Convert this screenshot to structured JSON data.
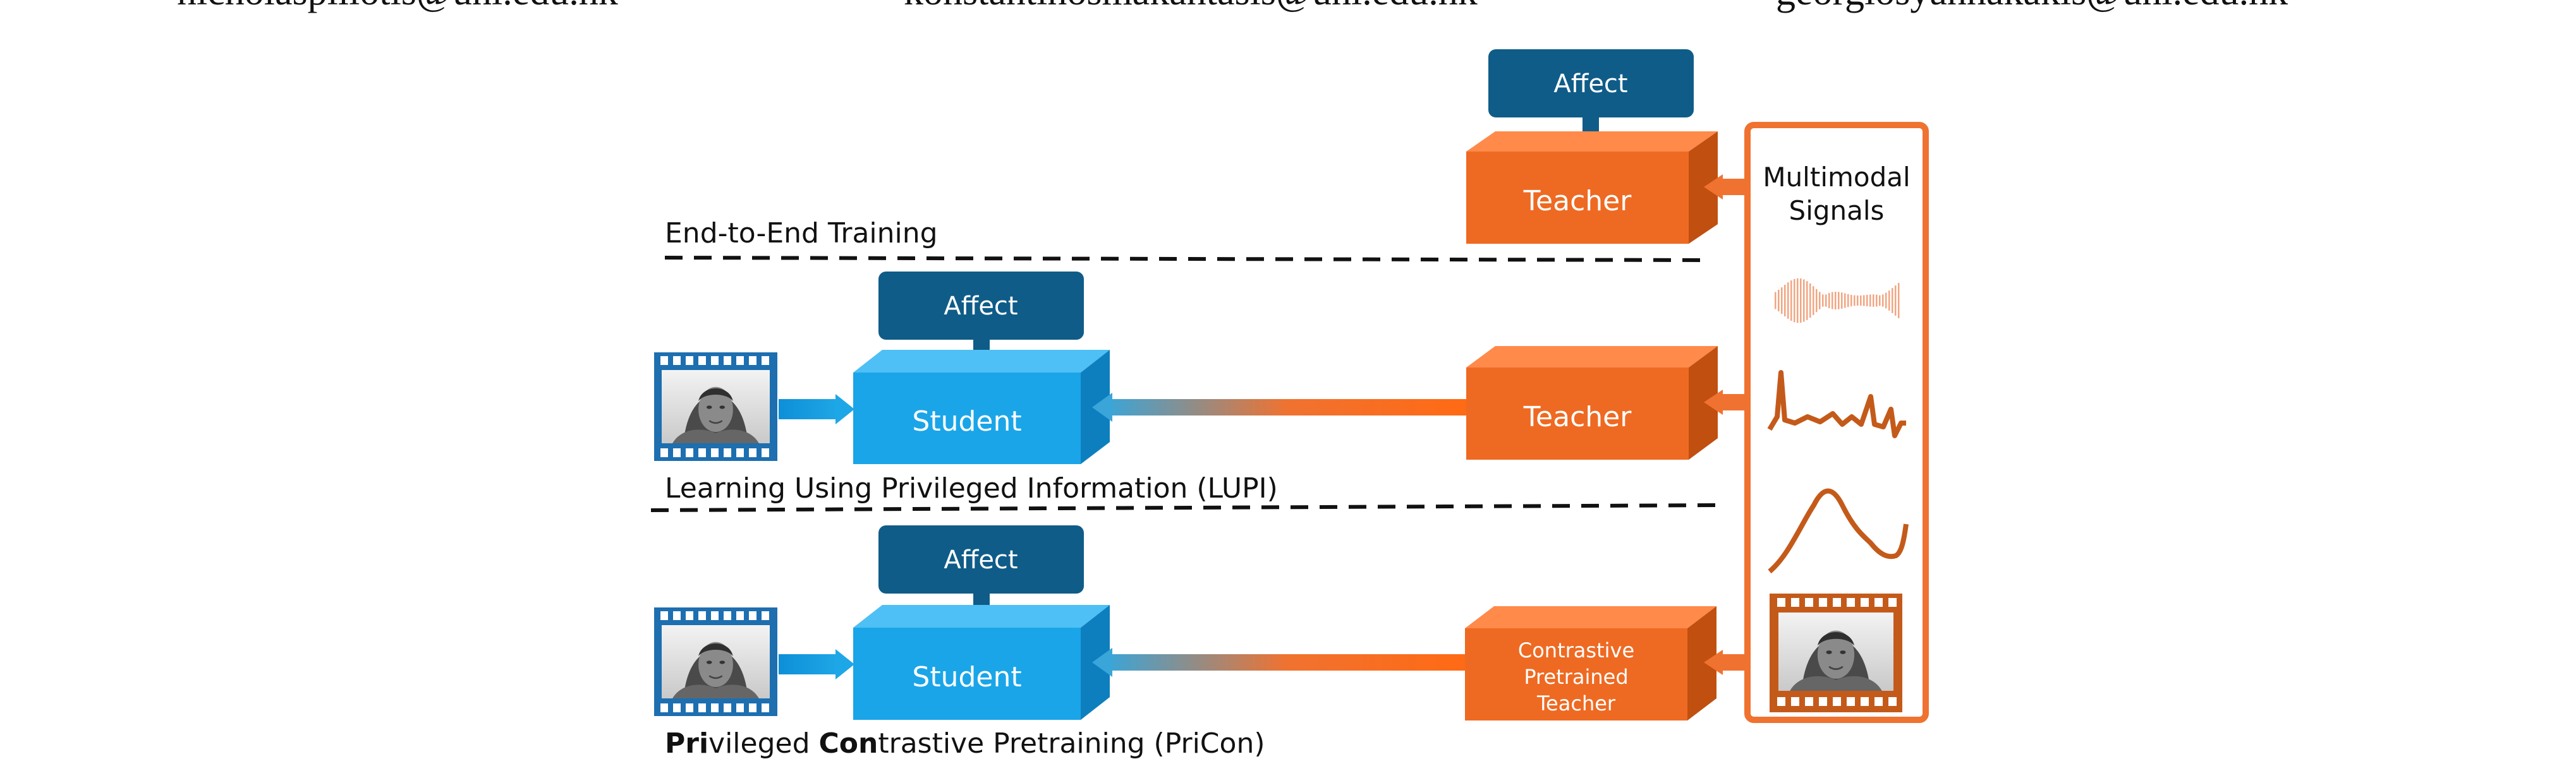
{
  "header": {
    "emails": [
      "nicholaspiliotis@uni.edu.hk",
      "konstantinosmakantasis@uni.edu.hk",
      "georgiosyannakakis@uni.edu.hk"
    ]
  },
  "sections": {
    "end_to_end": {
      "label": "End-to-End Training"
    },
    "lupi": {
      "label": "Learning Using Privileged Information (LUPI)"
    },
    "pricon": {
      "label_parts": [
        {
          "text": "Pri",
          "bold": true
        },
        {
          "text": "vileged ",
          "bold": false
        },
        {
          "text": "Con",
          "bold": true
        },
        {
          "text": "trastive Pretraining (PriCon)",
          "bold": false
        }
      ]
    }
  },
  "boxes": {
    "affect": "Affect",
    "teacher": "Teacher",
    "student": "Student",
    "contrastive_teacher": [
      "Contrastive",
      "Pretrained",
      "Teacher"
    ]
  },
  "signals_panel": {
    "title": [
      "Multimodal",
      "Signals"
    ]
  },
  "colors": {
    "affect": "#0f5c88",
    "student": "#18a3e3",
    "teacher": "#f07230",
    "signal_line": "#c45a1a",
    "dashed": "#111111",
    "frame": "#1d6fb0"
  }
}
